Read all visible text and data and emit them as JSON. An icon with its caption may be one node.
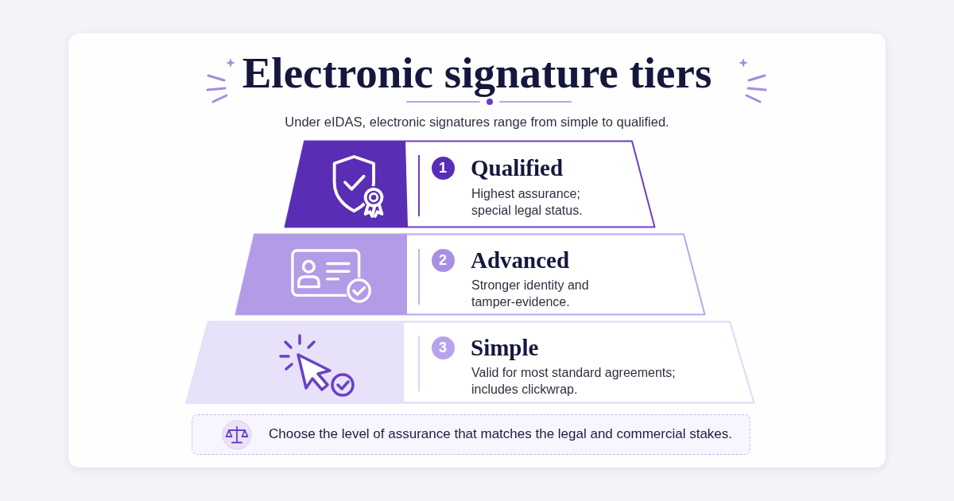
{
  "diagram": {
    "title": "Electronic signature tiers",
    "nodes": [
      {
        "text": [
          "Qualified",
          "Highest assurance; special legal status."
        ]
      },
      {
        "text": [
          "1"
        ],
        "in": 0
      },
      {
        "text": [
          "Advanced",
          "Stronger identity and tamper-evidence."
        ]
      },
      {
        "text": [
          "2"
        ],
        "in": 2
      },
      {
        "text": [
          "Simple",
          "Valid for most standard agreements; includes clickwrap."
        ]
      },
      {
        "text": [
          "3"
        ],
        "in": 4
      },
      {
        "text": [
          "Choose the level of assurance that matches the legal and commercial stakes."
        ]
      }
    ],
    "labels": [
      "Under eIDAS, electronic signatures range from simple to qualified."
    ]
  }
}
